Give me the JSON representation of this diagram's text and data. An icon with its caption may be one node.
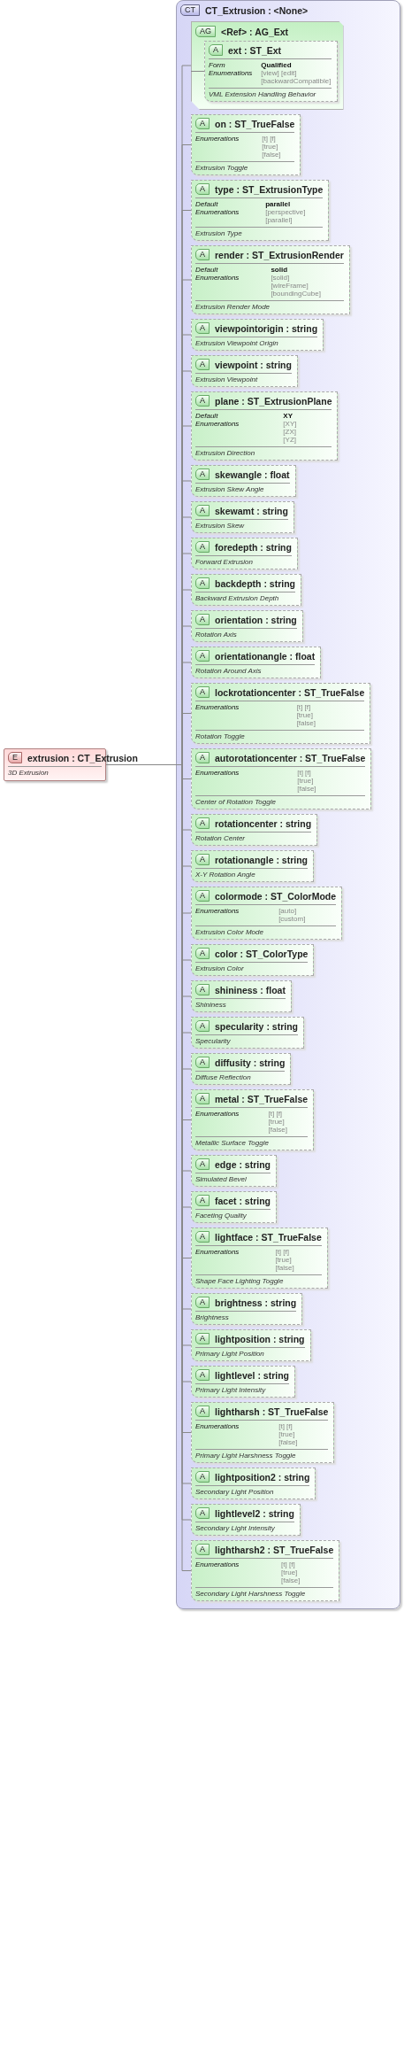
{
  "diagram": {
    "nodes": [
      {
        "text": [
          "E",
          "extrusion : CT_Extrusion",
          "3D Extrusion"
        ]
      },
      {
        "text": [
          "CT",
          "CT_Extrusion : <None>"
        ]
      },
      {
        "text": [
          "AG",
          "<Ref> : AG_Ext"
        ],
        "in": 1
      },
      {
        "text": [
          "A",
          "ext : ST_Ext",
          "Form",
          "Qualified",
          "Enumerations",
          "[view] [edit] [backwardCompatible]",
          "VML Extension Handling Behavior"
        ],
        "in": 2
      },
      {
        "text": [
          "A",
          "on : ST_TrueFalse",
          "Enumerations",
          "[t] [f] [true] [false]",
          "Extrusion Toggle"
        ],
        "in": 1
      },
      {
        "text": [
          "A",
          "type : ST_ExtrusionType",
          "Default",
          "parallel",
          "Enumerations",
          "[perspective] [parallel]",
          "Extrusion Type"
        ],
        "in": 1
      },
      {
        "text": [
          "A",
          "render : ST_ExtrusionRender",
          "Default",
          "solid",
          "Enumerations",
          "[solid] [wireFrame] [boundingCube]",
          "Extrusion Render Mode"
        ],
        "in": 1
      },
      {
        "text": [
          "A",
          "viewpointorigin : string",
          "Extrusion Viewpoint Origin"
        ],
        "in": 1
      },
      {
        "text": [
          "A",
          "viewpoint : string",
          "Extrusion Viewpoint"
        ],
        "in": 1
      },
      {
        "text": [
          "A",
          "plane : ST_ExtrusionPlane",
          "Default",
          "XY",
          "Enumerations",
          "[XY] [ZX] [YZ]",
          "Extrusion Direction"
        ],
        "in": 1
      },
      {
        "text": [
          "A",
          "skewangle : float",
          "Extrusion Skew Angle"
        ],
        "in": 1
      },
      {
        "text": [
          "A",
          "skewamt : string",
          "Extrusion Skew"
        ],
        "in": 1
      },
      {
        "text": [
          "A",
          "foredepth : string",
          "Forward Extrusion"
        ],
        "in": 1
      },
      {
        "text": [
          "A",
          "backdepth : string",
          "Backward Extrusion Depth"
        ],
        "in": 1
      },
      {
        "text": [
          "A",
          "orientation : string",
          "Rotation Axis"
        ],
        "in": 1
      },
      {
        "text": [
          "A",
          "orientationangle : float",
          "Rotation Around Axis"
        ],
        "in": 1
      },
      {
        "text": [
          "A",
          "lockrotationcenter : ST_TrueFalse",
          "Enumerations",
          "[t] [f] [true] [false]",
          "Rotation Toggle"
        ],
        "in": 1
      },
      {
        "text": [
          "A",
          "autorotationcenter : ST_TrueFalse",
          "Enumerations",
          "[t] [f] [true] [false]",
          "Center of Rotation Toggle"
        ],
        "in": 1
      },
      {
        "text": [
          "A",
          "rotationcenter : string",
          "Rotation Center"
        ],
        "in": 1
      },
      {
        "text": [
          "A",
          "rotationangle : string",
          "X-Y Rotation Angle"
        ],
        "in": 1
      },
      {
        "text": [
          "A",
          "colormode : ST_ColorMode",
          "Enumerations",
          "[auto] [custom]",
          "Extrusion Color Mode"
        ],
        "in": 1
      },
      {
        "text": [
          "A",
          "color : ST_ColorType",
          "Extrusion Color"
        ],
        "in": 1
      },
      {
        "text": [
          "A",
          "shininess : float",
          "Shininess"
        ],
        "in": 1
      },
      {
        "text": [
          "A",
          "specularity : string",
          "Specularity"
        ],
        "in": 1
      },
      {
        "text": [
          "A",
          "diffusity : string",
          "Diffuse Reflection"
        ],
        "in": 1
      },
      {
        "text": [
          "A",
          "metal : ST_TrueFalse",
          "Enumerations",
          "[t] [f] [true] [false]",
          "Metallic Surface Toggle"
        ],
        "in": 1
      },
      {
        "text": [
          "A",
          "edge : string",
          "Simulated Bevel"
        ],
        "in": 1
      },
      {
        "text": [
          "A",
          "facet : string",
          "Faceting Quality"
        ],
        "in": 1
      },
      {
        "text": [
          "A",
          "lightface : ST_TrueFalse",
          "Enumerations",
          "[t] [f] [true] [false]",
          "Shape Face Lighting Toggle"
        ],
        "in": 1
      },
      {
        "text": [
          "A",
          "brightness : string",
          "Brightness"
        ],
        "in": 1
      },
      {
        "text": [
          "A",
          "lightposition : string",
          "Primary Light Position"
        ],
        "in": 1
      },
      {
        "text": [
          "A",
          "lightlevel : string",
          "Primary Light Intensity"
        ],
        "in": 1
      },
      {
        "text": [
          "A",
          "lightharsh : ST_TrueFalse",
          "Enumerations",
          "[t] [f] [true] [false]",
          "Primary Light Harshness Toggle"
        ],
        "in": 1
      },
      {
        "text": [
          "A",
          "lightposition2 : string",
          "Secondary Light Position"
        ],
        "in": 1
      },
      {
        "text": [
          "A",
          "lightlevel2 : string",
          "Secondary Light Intensity"
        ],
        "in": 1
      },
      {
        "text": [
          "A",
          "lightharsh2 : ST_TrueFalse",
          "Enumerations",
          "[t] [f] [true] [false]",
          "Secondary Light Harshness Toggle"
        ],
        "in": 1
      }
    ],
    "edges": [
      {
        "from": 0,
        "to": 1,
        "arrow": "none"
      },
      {
        "from": 1,
        "to": 2,
        "arrow": "none"
      },
      {
        "from": 2,
        "to": 3,
        "arrow": "none"
      },
      {
        "from": 1,
        "to": 4,
        "arrow": "none"
      },
      {
        "from": 1,
        "to": 5,
        "arrow": "none"
      },
      {
        "from": 1,
        "to": 6,
        "arrow": "none"
      },
      {
        "from": 1,
        "to": 7,
        "arrow": "none"
      },
      {
        "from": 1,
        "to": 8,
        "arrow": "none"
      },
      {
        "from": 1,
        "to": 9,
        "arrow": "none"
      },
      {
        "from": 1,
        "to": 10,
        "arrow": "none"
      },
      {
        "from": 1,
        "to": 11,
        "arrow": "none"
      },
      {
        "from": 1,
        "to": 12,
        "arrow": "none"
      },
      {
        "from": 1,
        "to": 13,
        "arrow": "none"
      },
      {
        "from": 1,
        "to": 14,
        "arrow": "none"
      },
      {
        "from": 1,
        "to": 15,
        "arrow": "none"
      },
      {
        "from": 1,
        "to": 16,
        "arrow": "none"
      },
      {
        "from": 1,
        "to": 17,
        "arrow": "none"
      },
      {
        "from": 1,
        "to": 18,
        "arrow": "none"
      },
      {
        "from": 1,
        "to": 19,
        "arrow": "none"
      },
      {
        "from": 1,
        "to": 20,
        "arrow": "none"
      },
      {
        "from": 1,
        "to": 21,
        "arrow": "none"
      },
      {
        "from": 1,
        "to": 22,
        "arrow": "none"
      },
      {
        "from": 1,
        "to": 23,
        "arrow": "none"
      },
      {
        "from": 1,
        "to": 24,
        "arrow": "none"
      },
      {
        "from": 1,
        "to": 25,
        "arrow": "none"
      },
      {
        "from": 1,
        "to": 26,
        "arrow": "none"
      },
      {
        "from": 1,
        "to": 27,
        "arrow": "none"
      },
      {
        "from": 1,
        "to": 28,
        "arrow": "none"
      },
      {
        "from": 1,
        "to": 29,
        "arrow": "none"
      },
      {
        "from": 1,
        "to": 30,
        "arrow": "none"
      },
      {
        "from": 1,
        "to": 31,
        "arrow": "none"
      },
      {
        "from": 1,
        "to": 32,
        "arrow": "none"
      },
      {
        "from": 1,
        "to": 33,
        "arrow": "none"
      },
      {
        "from": 1,
        "to": 34,
        "arrow": "none"
      },
      {
        "from": 1,
        "to": 35,
        "arrow": "none"
      }
    ]
  }
}
